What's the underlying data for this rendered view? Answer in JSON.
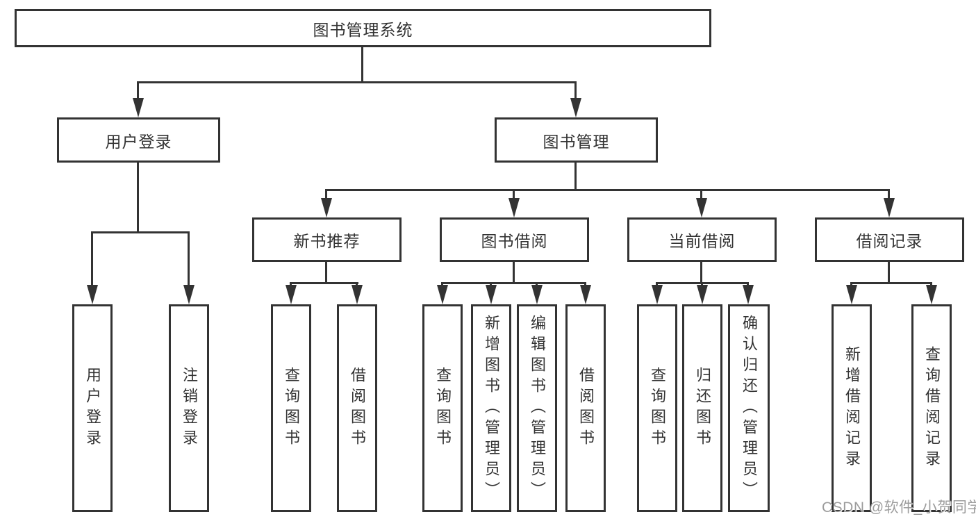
{
  "tree": {
    "root": {
      "label": "图书管理系统"
    },
    "user_login": {
      "label": "用户登录",
      "children": [
        {
          "label": "用户登录"
        },
        {
          "label": "注销登录"
        }
      ]
    },
    "book_management": {
      "label": "图书管理",
      "sections": [
        {
          "label": "新书推荐",
          "children": [
            {
              "label": "查询图书"
            },
            {
              "label": "借阅图书"
            }
          ]
        },
        {
          "label": "图书借阅",
          "children": [
            {
              "label": "查询图书"
            },
            {
              "label": "新增图书（管理员）"
            },
            {
              "label": "编辑图书（管理员）"
            },
            {
              "label": "借阅图书"
            }
          ]
        },
        {
          "label": "当前借阅",
          "children": [
            {
              "label": "查询图书"
            },
            {
              "label": "归还图书"
            },
            {
              "label": "确认归还（管理员）"
            }
          ]
        },
        {
          "label": "借阅记录",
          "children": [
            {
              "label": "新增借阅记录"
            },
            {
              "label": "查询借阅记录"
            }
          ]
        }
      ]
    }
  },
  "watermark": {
    "text": "CSDN @软件_小贺同学"
  },
  "colors": {
    "line": "#333333",
    "box_border": "#333333",
    "text": "#333333",
    "watermark": "#9c9c9c",
    "background": "#ffffff"
  }
}
